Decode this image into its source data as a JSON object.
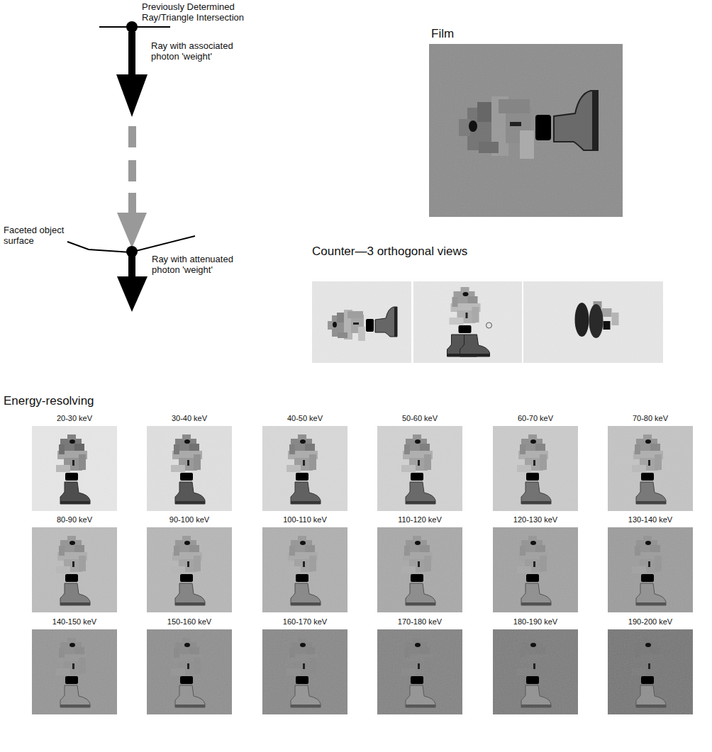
{
  "diagram": {
    "nodes": [
      {
        "text": [
          "Film"
        ]
      },
      {
        "text": [
          "20-30 keV"
        ]
      },
      {
        "text": [
          "30-40 keV"
        ]
      },
      {
        "text": [
          "40-50 keV"
        ]
      },
      {
        "text": [
          "50-60 keV"
        ]
      },
      {
        "text": [
          "60-70 keV"
        ]
      },
      {
        "text": [
          "70-80 keV"
        ]
      },
      {
        "text": [
          "80-90 keV"
        ]
      },
      {
        "text": [
          "90-100 keV"
        ]
      },
      {
        "text": [
          "100-110 keV"
        ]
      },
      {
        "text": [
          "110-120 keV"
        ]
      },
      {
        "text": [
          "120-130 keV"
        ]
      },
      {
        "text": [
          "130-140 keV"
        ]
      },
      {
        "text": [
          "140-150 keV"
        ]
      },
      {
        "text": [
          "150-160 keV"
        ]
      },
      {
        "text": [
          "160-170 keV"
        ]
      },
      {
        "text": [
          "170-180 keV"
        ]
      },
      {
        "text": [
          "180-190 keV"
        ]
      },
      {
        "text": [
          "190-200 keV"
        ]
      }
    ],
    "labels": [
      "Previously Determined Ray/Triangle Intersection",
      "Ray with associated photon 'weight'",
      "Faceted object surface",
      "Ray with attenuated photon 'weight'",
      "Counter—3 orthogonal views",
      "Energy-resolving"
    ]
  }
}
